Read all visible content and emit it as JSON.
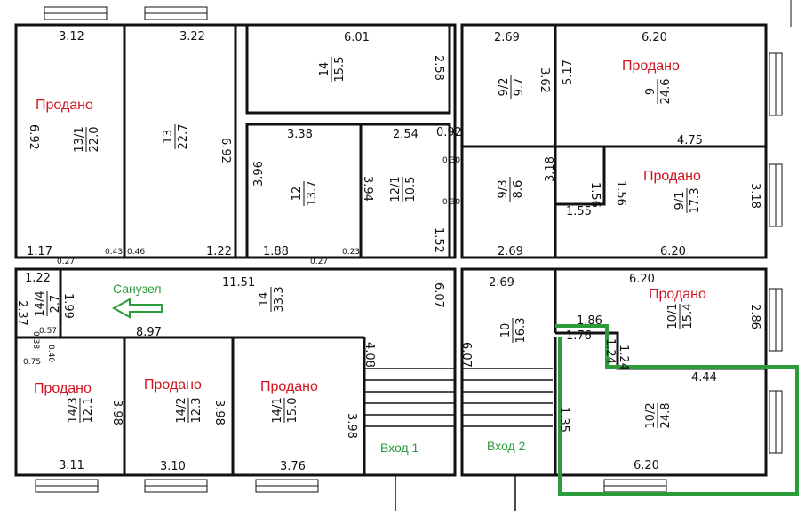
{
  "sold_label": "Продано",
  "entrances": {
    "e1": "Вход 1",
    "e2": "Вход 2"
  },
  "wc_label": "Санузел",
  "colors": {
    "sold": "#d2141e",
    "highlight": "#2a9d3a",
    "wall": "#111111"
  },
  "rooms": {
    "r13_1": {
      "id": "13/1",
      "area": "22.0"
    },
    "r13": {
      "id": "13",
      "area": "22.7"
    },
    "r14top": {
      "id": "14",
      "area": "15.5"
    },
    "r12": {
      "id": "12",
      "area": "13.7"
    },
    "r12_1": {
      "id": "12/1",
      "area": "10.5"
    },
    "r9_2": {
      "id": "9/2",
      "area": "9.7"
    },
    "r9": {
      "id": "9",
      "area": "24.6"
    },
    "r9_3": {
      "id": "9/3",
      "area": "8.6"
    },
    "r9_1": {
      "id": "9/1",
      "area": "17.3"
    },
    "r14_4": {
      "id": "14/4",
      "area": "2.7"
    },
    "r14cor": {
      "id": "14",
      "area": "33.3"
    },
    "r10": {
      "id": "10",
      "area": "16.3"
    },
    "r10_1": {
      "id": "10/1",
      "area": "15.4"
    },
    "r10_2": {
      "id": "10/2",
      "area": "24.8"
    },
    "r14_3": {
      "id": "14/3",
      "area": "12.1"
    },
    "r14_2": {
      "id": "14/2",
      "area": "12.3"
    },
    "r14_1": {
      "id": "14/1",
      "area": "15.0"
    }
  },
  "dims": {
    "d312": "3.12",
    "d322": "3.22",
    "d601": "6.01",
    "d269a": "2.69",
    "d620a": "6.20",
    "d692a": "6.92",
    "d692b": "6.92",
    "d258": "2.58",
    "d362": "3.62",
    "d517": "5.17",
    "d338": "3.38",
    "d254": "2.54",
    "d092": "0.92",
    "d475": "4.75",
    "d396": "3.96",
    "d394": "3.94",
    "d152": "1.52",
    "d030a": "0.30",
    "d030b": "0.30",
    "d318a": "3.18",
    "d318b": "3.18",
    "d156a": "1.56",
    "d156b": "1.56",
    "d155": "1.55",
    "d117": "1.17",
    "d043": "0.43",
    "d046": "0.46",
    "d122a": "1.22",
    "d188": "1.88",
    "d027a": "0.27",
    "d023": "0.23",
    "d269b": "2.69",
    "d620b": "6.20",
    "d027b": "0.27",
    "d122b": "1.22",
    "d1151": "11.51",
    "d607a": "6.07",
    "d269c": "2.69",
    "d620c": "6.20",
    "d199": "1.99",
    "d237": "2.37",
    "d057": "0.57",
    "d038": "0.38",
    "d040": "0.40",
    "d075": "0.75",
    "d897": "8.97",
    "d186": "1.86",
    "d176": "1.76",
    "d124a": "1.24",
    "d124b": "1.24",
    "d286": "2.86",
    "d607b": "6.07",
    "d408": "4.08",
    "d444": "4.44",
    "d135": "1.35",
    "d398a": "3.98",
    "d398b": "3.98",
    "d398c": "3.98",
    "d311": "3.11",
    "d310": "3.10",
    "d376": "3.76",
    "d620d": "6.20"
  }
}
